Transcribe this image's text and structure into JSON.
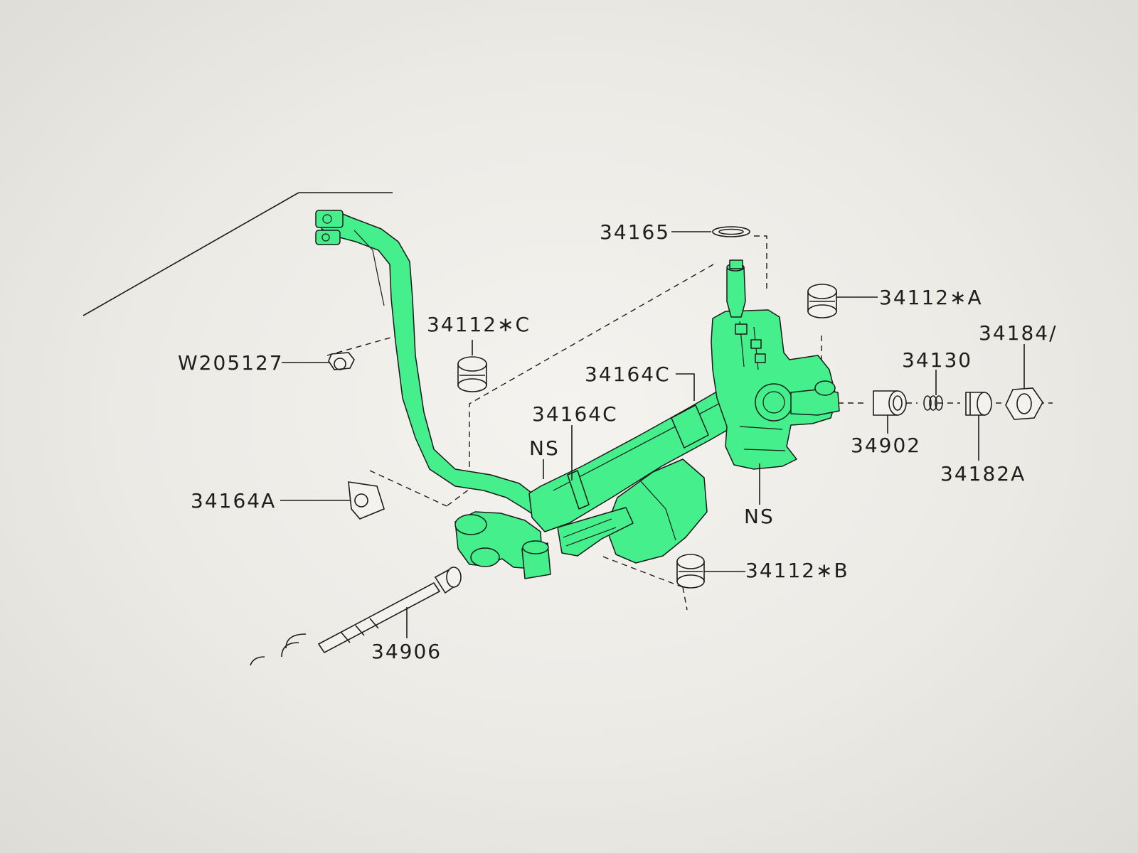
{
  "diagram": {
    "colors": {
      "highlight": "#44ef8c",
      "line": "#1c1c1c",
      "background": "#ecebe6"
    },
    "labels": {
      "p34165": "34165",
      "p34112a": "34112∗A",
      "p34112c": "34112∗C",
      "p34184": "34184/",
      "p34130": "34130",
      "w205127": "W205127",
      "p34164c_upper": "34164C",
      "p34164c_lower": "34164C",
      "p34902": "34902",
      "p34182a": "34182A",
      "ns_left": "NS",
      "ns_right": "NS",
      "p34164a": "34164A",
      "p34112b": "34112∗B",
      "p34906": "34906"
    }
  }
}
